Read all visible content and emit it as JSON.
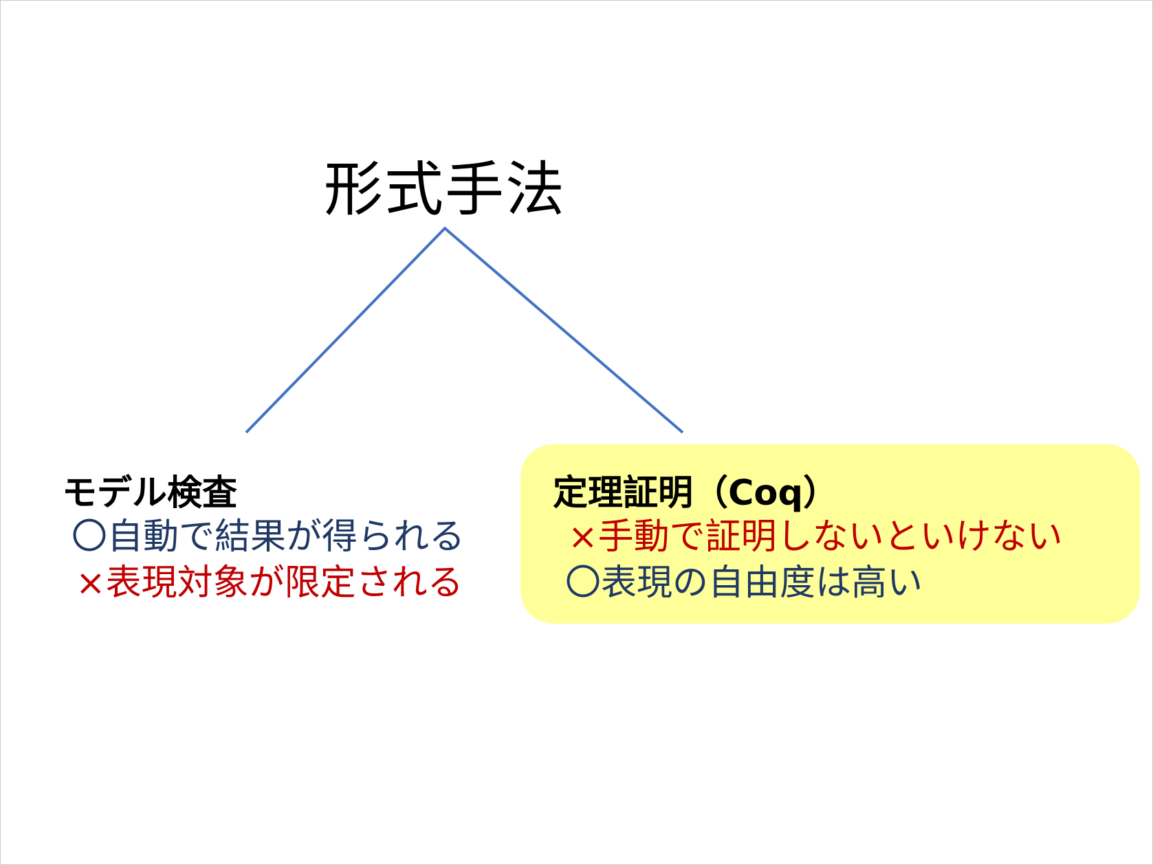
{
  "title": "形式手法",
  "colors": {
    "line": "#4472c4",
    "box": "#ffff99",
    "good": "#1f3864",
    "bad": "#c00000"
  },
  "left": {
    "heading": "モデル検査",
    "items": [
      "〇自動で結果が得られる",
      "×表現対象が限定される"
    ]
  },
  "right": {
    "heading": "定理証明（Coq）",
    "items": [
      "×手動で証明しないといけない",
      "〇表現の自由度は高い"
    ]
  }
}
